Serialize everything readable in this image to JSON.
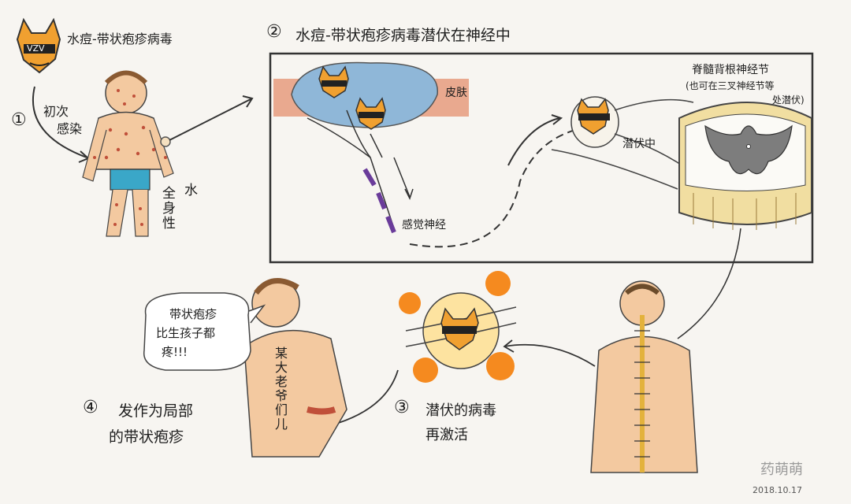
{
  "header": {
    "virus_title": "水痘-带状疱疹病毒",
    "vzv_badge": "VZV"
  },
  "step1": {
    "number": "①",
    "label_line1": "初次",
    "label_line2": "感染",
    "chickenpox": [
      "水",
      "全身性"
    ]
  },
  "step2": {
    "number": "②",
    "title": "水痘-带状疱疹病毒潜伏在神经中",
    "skin_label": "皮肤",
    "sensory_nerve_label": "感觉神经",
    "latent_label": "潜伏中",
    "ganglion_label_line1": "脊髓背根神经节",
    "ganglion_label_line2": "(也可在三叉神经节等",
    "ganglion_label_line3": "处潜伏)"
  },
  "step3": {
    "number": "③",
    "label_line1": "潜伏的病毒",
    "label_line2": "再激活"
  },
  "step4": {
    "number": "④",
    "label_line1": "发作为局部",
    "label_line2": "的带状疱疹",
    "speech_line1": "带状疱疹",
    "speech_line2": "比生孩子都",
    "speech_line3": "疼!!!",
    "back_text": "某大老爷们儿"
  },
  "footer": {
    "watermark": "药萌萌",
    "signature_date": "2018.10.17"
  },
  "colors": {
    "virus_orange": "#f0a030",
    "skin_tone": "#f3c9a0",
    "rash_red": "#c0503a",
    "nerve_purple": "#6a3c9a",
    "fire_orange": "#f58a1f",
    "blister_blue": "#8fb7d8",
    "spinal_gray": "#7d7d7d",
    "spinal_yellow": "#f1dea1"
  }
}
